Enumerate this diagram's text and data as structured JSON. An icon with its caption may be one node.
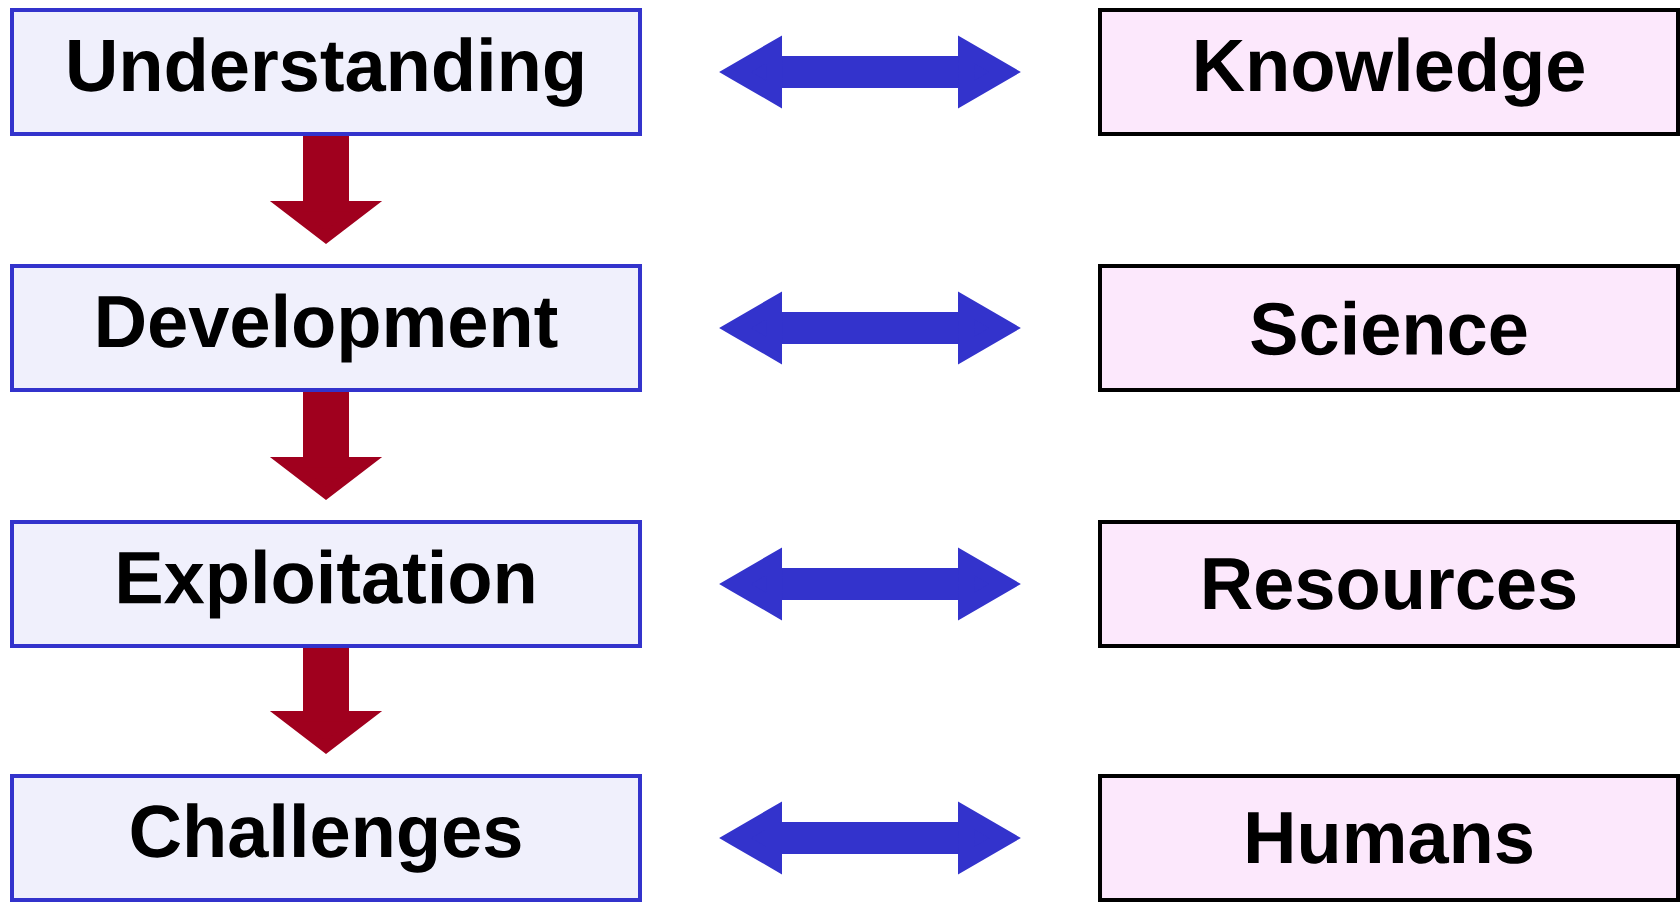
{
  "diagram": {
    "nodes": [
      {
        "text": [
          "Understanding"
        ]
      },
      {
        "text": [
          "Knowledge"
        ]
      },
      {
        "text": [
          "Development"
        ]
      },
      {
        "text": [
          "Science"
        ]
      },
      {
        "text": [
          "Exploitation"
        ]
      },
      {
        "text": [
          "Resources"
        ]
      },
      {
        "text": [
          "Challenges"
        ]
      },
      {
        "text": [
          "Humans"
        ]
      }
    ],
    "edges": [
      {
        "from": 0,
        "to": 1,
        "arrow": "both"
      },
      {
        "from": 0,
        "to": 2,
        "arrow": "to",
        "color": "#a0001e"
      },
      {
        "from": 2,
        "to": 3,
        "arrow": "both"
      },
      {
        "from": 2,
        "to": 4,
        "arrow": "to",
        "color": "#a0001e"
      },
      {
        "from": 4,
        "to": 5,
        "arrow": "both"
      },
      {
        "from": 4,
        "to": 6,
        "arrow": "to",
        "color": "#a0001e"
      },
      {
        "from": 6,
        "to": 7,
        "arrow": "both"
      }
    ]
  }
}
